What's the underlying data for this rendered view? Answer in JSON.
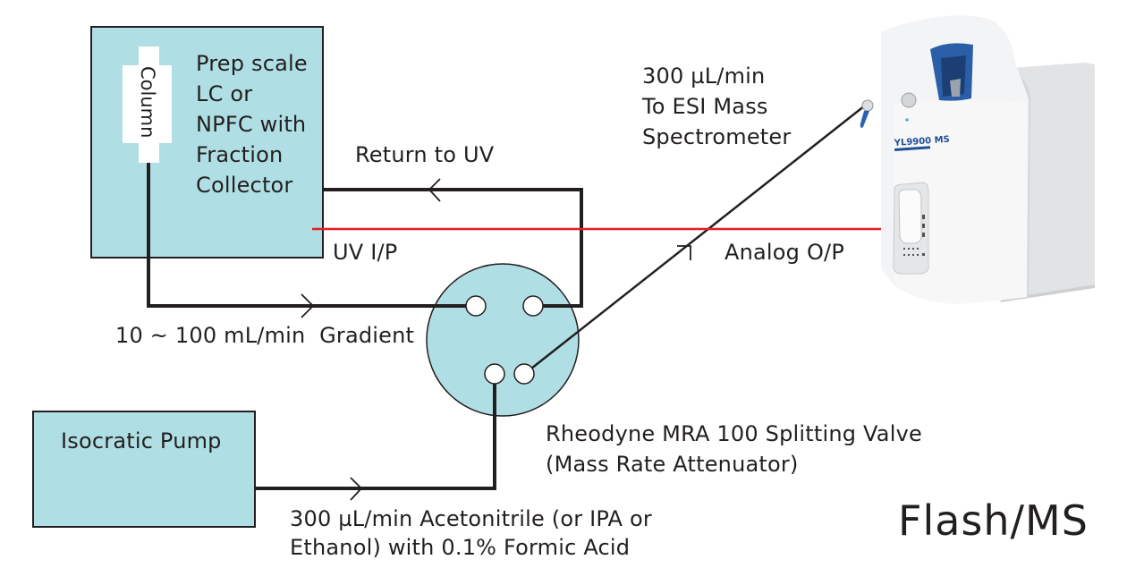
{
  "title": "Flash/MS",
  "colors": {
    "box_fill": "#afdfe4",
    "outline": "#231f20",
    "signal_line": "#e31e24",
    "column_fill": "#ffffff"
  },
  "components": {
    "lc_system": {
      "lines": [
        "Prep scale",
        "LC or",
        "NPFC with",
        "Fraction",
        "Collector"
      ],
      "column_label": "Column"
    },
    "isocratic_pump": {
      "label": "Isocratic Pump"
    },
    "splitting_valve": {
      "lines": [
        "Rheodyne MRA 100 Splitting Valve",
        "(Mass Rate Attenuator)"
      ],
      "ports": 4
    },
    "mass_spectrometer": {
      "model_label": "YL9900 MS",
      "lines": [
        "300 µL/min",
        "To ESI Mass",
        "Spectrometer"
      ]
    }
  },
  "flows": {
    "return_to_uv": "Return to UV",
    "uv_input": "UV I/P",
    "analog_output": "Analog O/P",
    "gradient": "10 ~ 100 mL/min  Gradient",
    "makeup_lines": [
      "300 µL/min Acetonitrile (or IPA or",
      "Ethanol) with 0.1% Formic Acid"
    ]
  }
}
